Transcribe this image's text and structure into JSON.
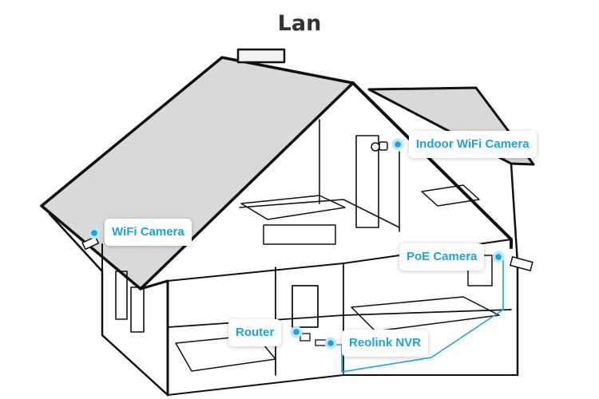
{
  "title": "Lan",
  "colors": {
    "accent": "#1fa3d6",
    "outline": "#111111",
    "roof": "#d9d9d9",
    "lan_line": "#1fa3d6"
  },
  "callouts": {
    "indoor_wifi_camera": "Indoor WiFi Camera",
    "wifi_camera": "WiFi Camera",
    "poe_camera": "PoE Camera",
    "router": "Router",
    "reolink_nvr": "Reolink NVR"
  }
}
